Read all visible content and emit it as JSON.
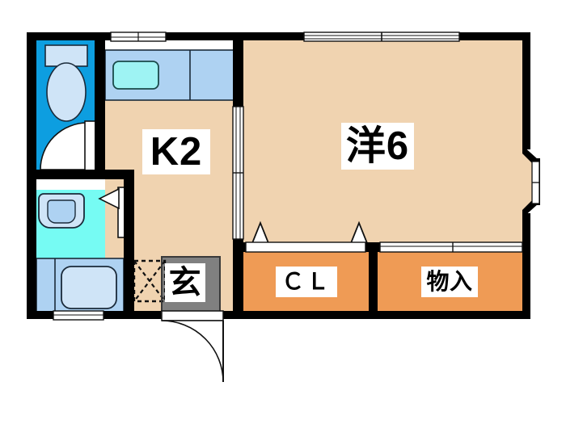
{
  "plan": {
    "title": "Apartment Floor Plan",
    "layout_type": "1K",
    "rooms": [
      {
        "id": "kitchen",
        "label": "K2",
        "name": "kitchen-2-mat",
        "fill": "#f0d3b0"
      },
      {
        "id": "western",
        "label": "洋6",
        "name": "western-room-6-mat",
        "fill": "#f0d3b0"
      },
      {
        "id": "genkan",
        "label": "玄",
        "name": "entrance-genkan",
        "fill": "#808080"
      },
      {
        "id": "closet",
        "label": "ＣＬ",
        "name": "closet",
        "fill": "#ef9b55"
      },
      {
        "id": "storage",
        "label": "物入",
        "name": "storage-closet",
        "fill": "#ef9b55"
      },
      {
        "id": "toilet",
        "label": "",
        "name": "toilet-room",
        "fill": "#0d9ee0"
      },
      {
        "id": "bath",
        "label": "",
        "name": "unit-bath-room",
        "fill": "#76fbf3"
      },
      {
        "id": "sinkarea",
        "label": "",
        "name": "kitchen-counter",
        "fill": "#aed2f2"
      }
    ],
    "fixtures": [
      {
        "name": "toilet-bowl",
        "label": ""
      },
      {
        "name": "toilet-tank",
        "label": ""
      },
      {
        "name": "toilet-door",
        "label": ""
      },
      {
        "name": "bathtub",
        "label": ""
      },
      {
        "name": "wash-basin",
        "label": ""
      },
      {
        "name": "bath-door",
        "label": ""
      },
      {
        "name": "kitchen-sink",
        "label": ""
      },
      {
        "name": "shoe-box",
        "label": ""
      },
      {
        "name": "entrance-door",
        "label": ""
      },
      {
        "name": "sliding-door",
        "label": ""
      },
      {
        "name": "bay-window",
        "label": ""
      },
      {
        "name": "window-top-kitchen",
        "label": ""
      },
      {
        "name": "window-top-western",
        "label": ""
      },
      {
        "name": "window-bottom-bath",
        "label": ""
      },
      {
        "name": "closet-sliding-doors",
        "label": ""
      },
      {
        "name": "storage-sliding-doors",
        "label": ""
      }
    ],
    "colors": {
      "wall": "#000000",
      "room_beige": "#f0d3b0",
      "closet_orange": "#ef9b55",
      "toilet_blue": "#0d9ee0",
      "bath_cyan": "#76fbf3",
      "counter_blue": "#aed2f2",
      "fixture_light": "#cfe4f7",
      "genkan_gray": "#808080",
      "background": "#ffffff",
      "text": "#000000"
    }
  }
}
